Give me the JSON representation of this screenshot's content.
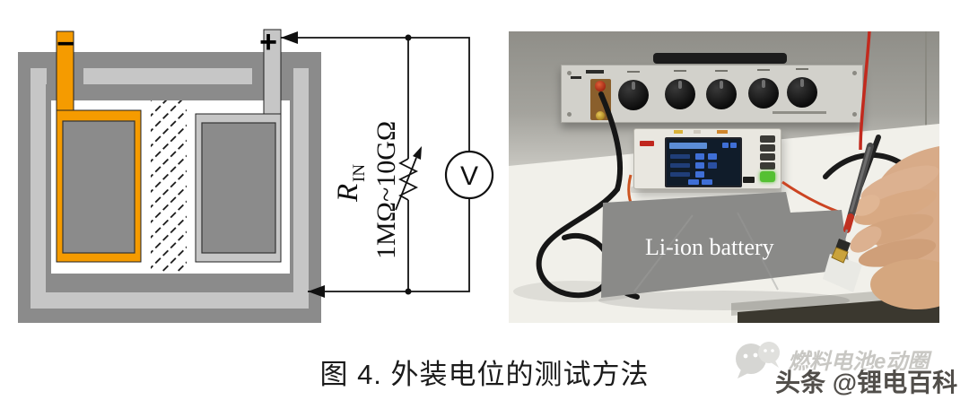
{
  "figure": {
    "caption": "图 4. 外装电位的测试方法"
  },
  "diagram": {
    "negative_terminal_label": "−",
    "positive_terminal_label": "+",
    "resistor_name": "R",
    "resistor_name_subscript": "IN",
    "resistor_range": "1MΩ~10GΩ",
    "voltmeter_label": "V",
    "colors": {
      "case_dark_gray": "#8b8b8b",
      "case_light_gray": "#c6c6c6",
      "electrode_fill_gray": "#8b8b8b",
      "negative_tab_orange": "#f59b00",
      "wire_black": "#1a1a1a"
    }
  },
  "photo": {
    "battery_label": "Li-ion battery",
    "colors": {
      "battery_overlay_gray": "#8a8a88",
      "desk_white": "#f1f0ea",
      "wall_gray": "#9b9a94",
      "tester_body": "#e9e7e0",
      "tester_green_button": "#55c033",
      "probe_red": "#c22a1e",
      "cable_black": "#161616"
    }
  },
  "watermark": {
    "wechat_icon": "wechat-bubbles-icon",
    "line1": "燃料电池e动圈",
    "line2": "头条 @锂电百科"
  }
}
